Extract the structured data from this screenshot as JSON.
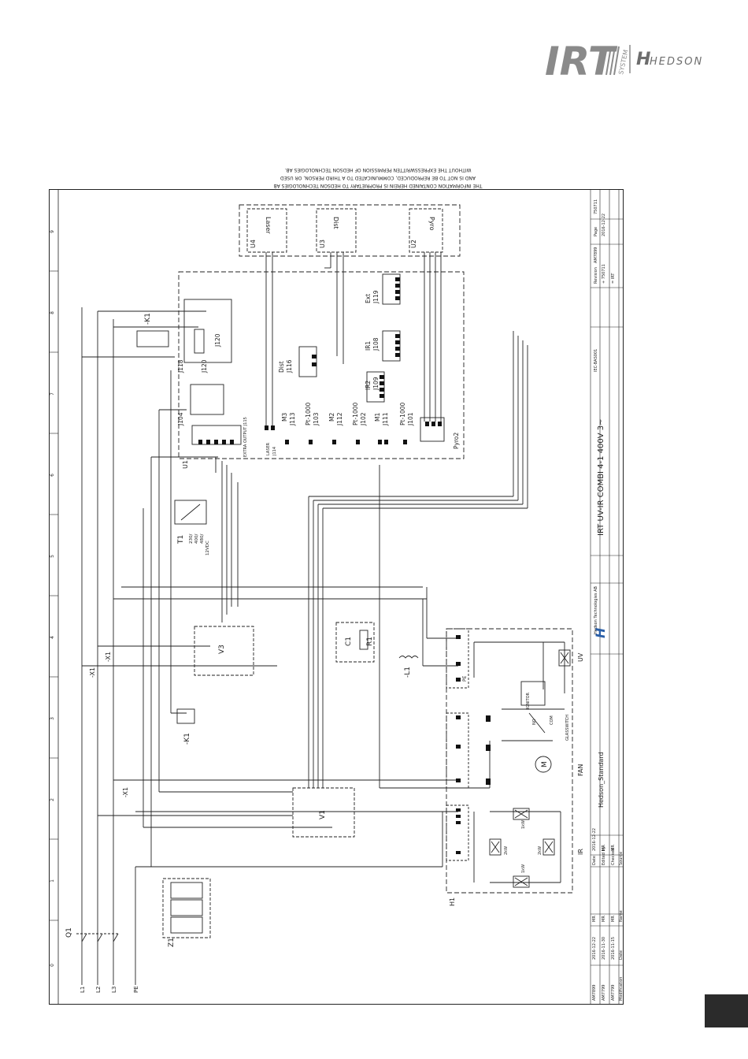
{
  "logo": {
    "brand": "IRT",
    "system": "SYSTEM",
    "partner": "HEDSON"
  },
  "notice": {
    "line1": "THE INFORMATION CONTAINED HEREIN IS PROPRIETARY TO HEDSON TECHNOLOGIES AB",
    "line2": "AND IS NOT TO BE REPRODUCED, COMMUNICATED TO A THIRD PERSON, OR USED",
    "line3": "WITHOUT THE EXPRESSWRITTEN PERMISSION OF HEDSON TECHNOLOGIES AB."
  },
  "columns": [
    "0",
    "1",
    "2",
    "3",
    "4",
    "5",
    "6",
    "7",
    "8",
    "9"
  ],
  "title_block": {
    "title": "IRT UV-IR COMBI 4-1 400V 3~",
    "standard": "Hedson_Standard",
    "company": "Hedson Technologies AB",
    "doc_code": "IEC-BAS001",
    "page_label": "Page",
    "page_value": "750711",
    "revision_label": "Revision",
    "revision_value": "AM7899",
    "ref1": "+ 750711",
    "ref2": "= IRT",
    "rev_date": "2016-12-22",
    "date_label": "Date",
    "date_value": "2016-12-22",
    "edited_label": "Edited by",
    "edited_value": "MR",
    "checked_label": "Checked",
    "checked_value": "MR",
    "source_label": "Source",
    "mod_label": "Modification",
    "mod_date_label": "Date",
    "mod_name_label": "Name",
    "mod_rows": [
      {
        "code": "AM7899",
        "date": "2016-12-22",
        "name": "MR"
      },
      {
        "code": "AM7799",
        "date": "2016-11-30",
        "name": "MR"
      },
      {
        "code": "AM7799",
        "date": "2016-11-15",
        "name": "MR"
      }
    ]
  },
  "inputs": [
    "L1",
    "L2",
    "L3",
    "PE"
  ],
  "components": {
    "q1": "Q1",
    "z1": "Z1",
    "t1": "T1",
    "t1_spec": [
      "230/",
      "400/",
      "480/",
      "12VDC"
    ],
    "v1": "V1",
    "v3": "V3",
    "k1": "-K1",
    "c1": "C1",
    "r1": "R1",
    "l1": "-L1",
    "x1": "-X1",
    "h1": "H1",
    "u1": "U1",
    "u2": "U2",
    "u3": "U3",
    "u4": "U4",
    "pyro": "Pyro",
    "dist": "Dist",
    "laser": "Laser",
    "pyro2": "Pyro2",
    "ext": "Ext",
    "j119": "J119",
    "ir1": "IR1",
    "j108": "J108",
    "ir2": "IR2",
    "j109": "J109",
    "dist_j": "Dist",
    "j116": "J116",
    "j118": "J118",
    "j120": "J120",
    "j120b": "J120",
    "j104": "J104",
    "extra_output": "EXTRA OUTPUT J115",
    "laser_j": "LASER",
    "j114": "J114",
    "m3": "M3",
    "j113": "J113",
    "pt1": "Pt-1000",
    "j103": "J103",
    "m2": "M2",
    "j112": "J112",
    "pt2": "Pt-1000",
    "j102": "J102",
    "m1": "M1",
    "j111": "J111",
    "pt3": "Pt-1000",
    "j101": "J101",
    "uv": "UV",
    "fan": "FAN",
    "ir": "IR",
    "glass": "GLASSWITCH",
    "ignitor": "IGNITOR",
    "no": "NO",
    "com": "COM",
    "pe": "PE",
    "motor": "M",
    "lamp1": "2kW",
    "lamp2": "2kW",
    "lamp3": "1kW",
    "lamp4": "1kW"
  }
}
